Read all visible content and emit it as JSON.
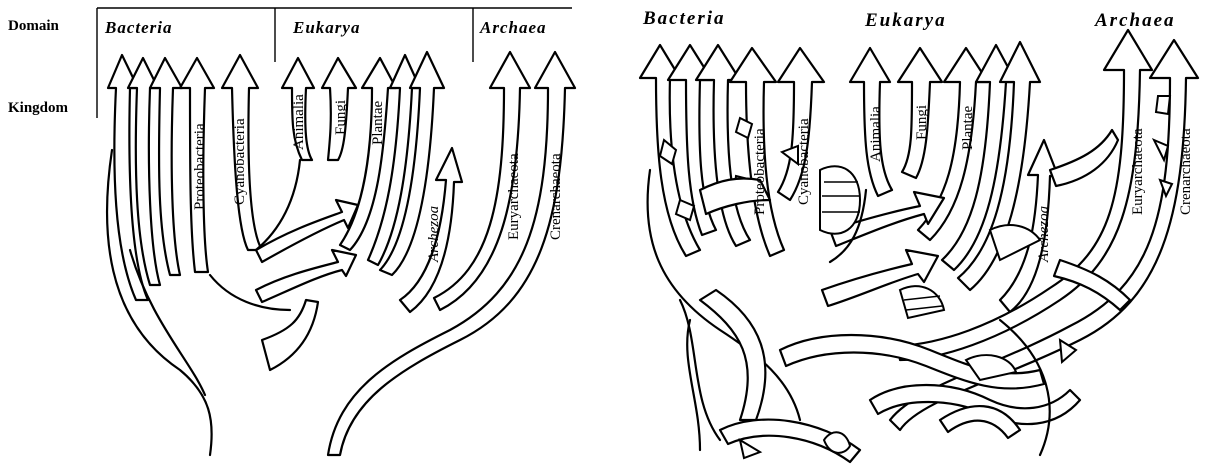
{
  "left_panel": {
    "row_labels": {
      "domain": "Domain",
      "kingdom": "Kingdom"
    },
    "domains": {
      "bacteria": "Bacteria",
      "eukarya": "Eukarya",
      "archaea": "Archaea"
    },
    "branches": {
      "proteobacteria": "Proteobacteria",
      "cyanobacteria": "Cyanobacteria",
      "animalia": "Animalia",
      "fungi": "Fungi",
      "plantae": "Plantae",
      "archezoa": "Archezoa",
      "euryarchaeota": "Euryarchaeota",
      "crenarchaeota": "Crenarchaeota"
    }
  },
  "right_panel": {
    "domains": {
      "bacteria": "Bacteria",
      "eukarya": "Eukarya",
      "archaea": "Archaea"
    },
    "branches": {
      "proteobacteria": "Proteobacteria",
      "cyanobacteria": "Cyanobacteria",
      "animalia": "Animalia",
      "fungi": "Fungi",
      "plantae": "Plantae",
      "archezoa": "Archezoa",
      "euryarchaeota": "Euryarchaeota",
      "crenarchaeota": "Crenarchaeota"
    }
  }
}
